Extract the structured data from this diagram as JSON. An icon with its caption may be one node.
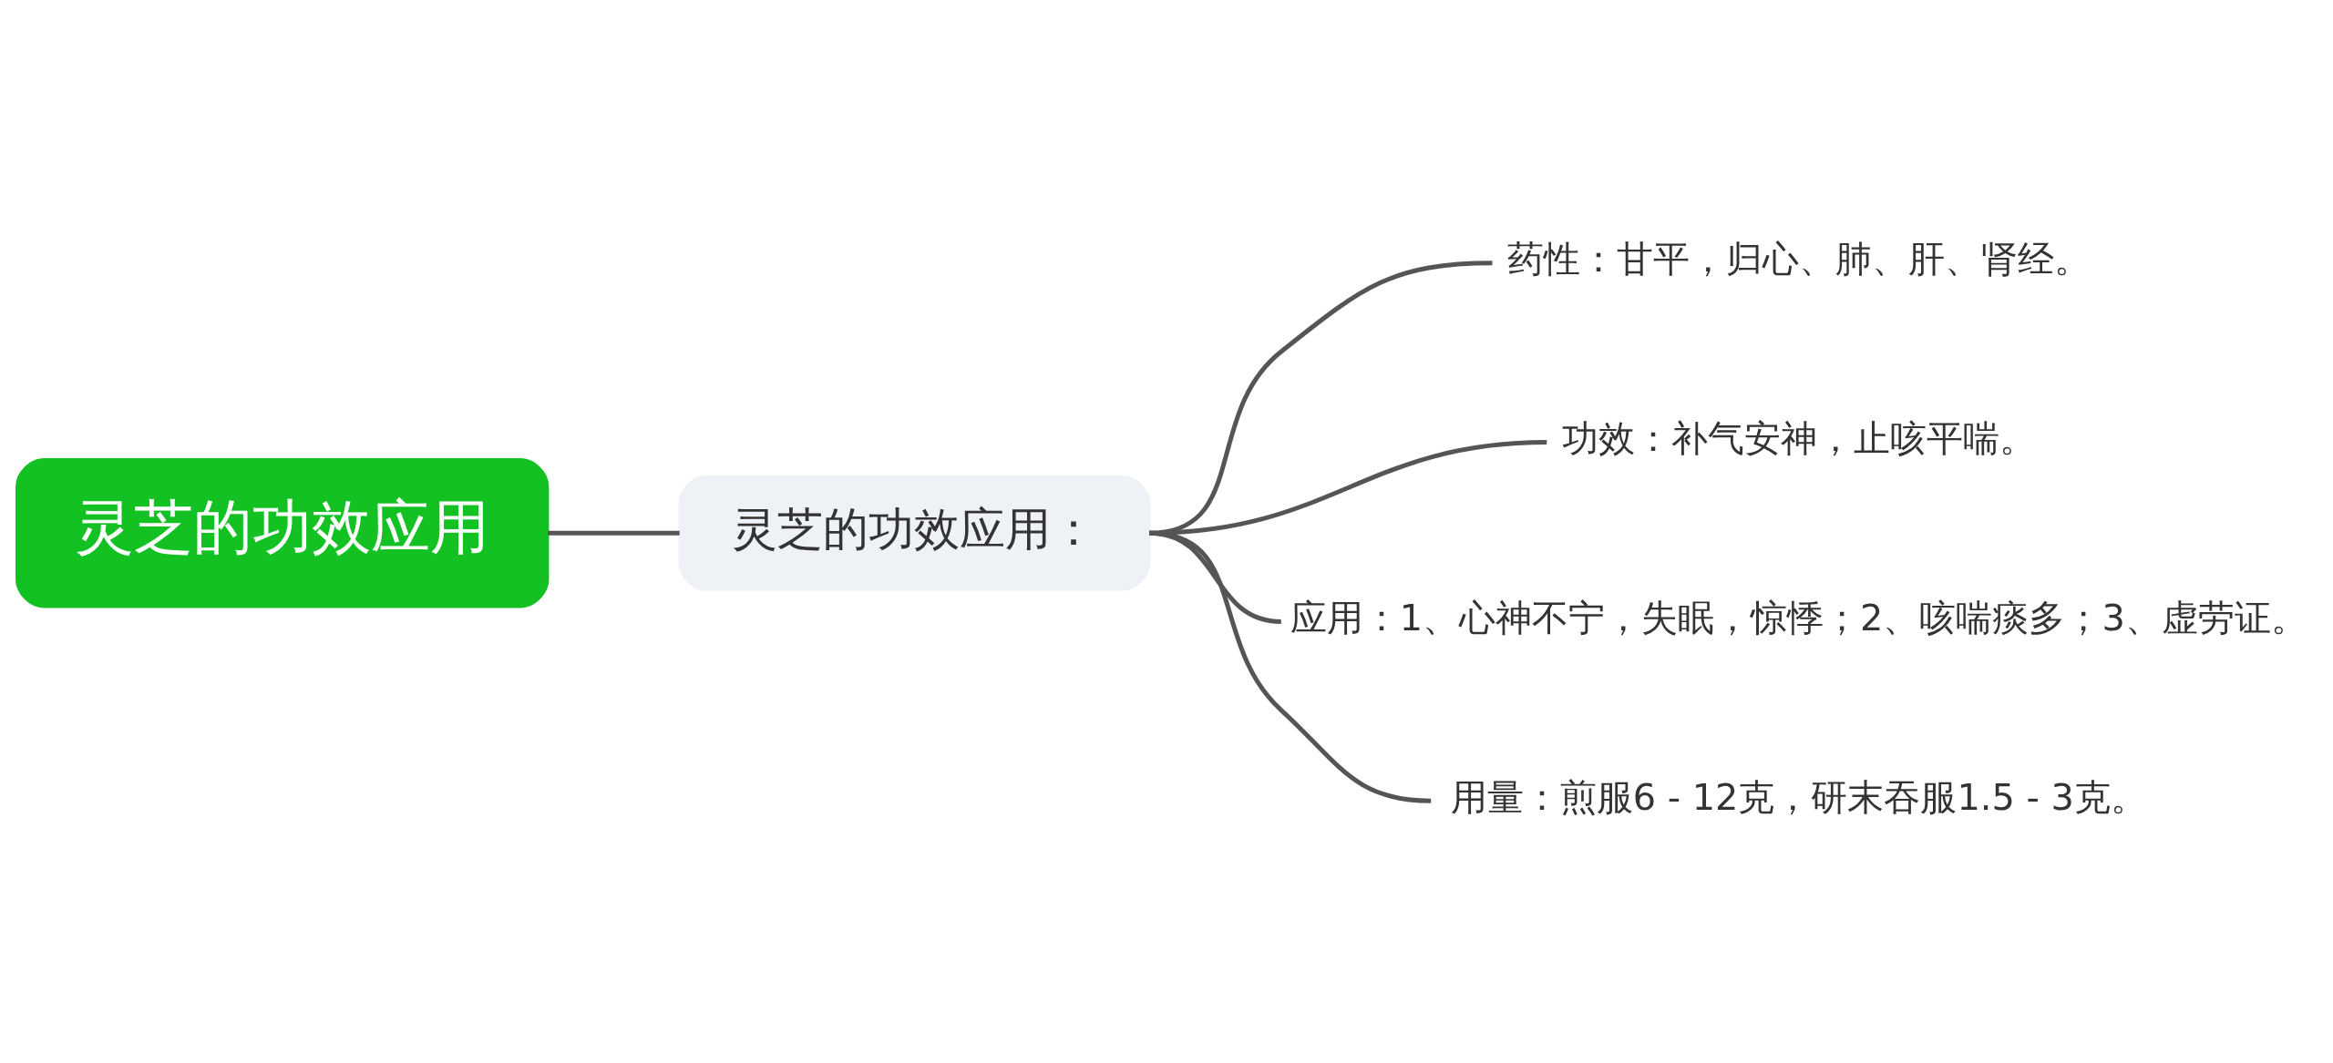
{
  "diagram": {
    "nodes": [
      {
        "text": [
          "灵芝的功效应用"
        ]
      },
      {
        "text": [
          "灵芝的功效应用："
        ]
      },
      {
        "text": [
          "药性：甘平，归心、肺、肝、肾经。"
        ]
      },
      {
        "text": [
          "功效：补气安神，止咳平喘。"
        ]
      },
      {
        "text": [
          "应用：1、心神不宁，失眠，惊悸；2、咳喘痰多；3、虚劳证。"
        ]
      },
      {
        "text": [
          "用量：煎服6 - 12克，研末吞服1.5 - 3克。"
        ]
      }
    ],
    "edges": [
      {
        "from": 0,
        "to": 1,
        "arrow": "none"
      },
      {
        "from": 1,
        "to": 2,
        "arrow": "none"
      },
      {
        "from": 1,
        "to": 3,
        "arrow": "none"
      },
      {
        "from": 1,
        "to": 4,
        "arrow": "none"
      },
      {
        "from": 1,
        "to": 5,
        "arrow": "none"
      }
    ]
  }
}
